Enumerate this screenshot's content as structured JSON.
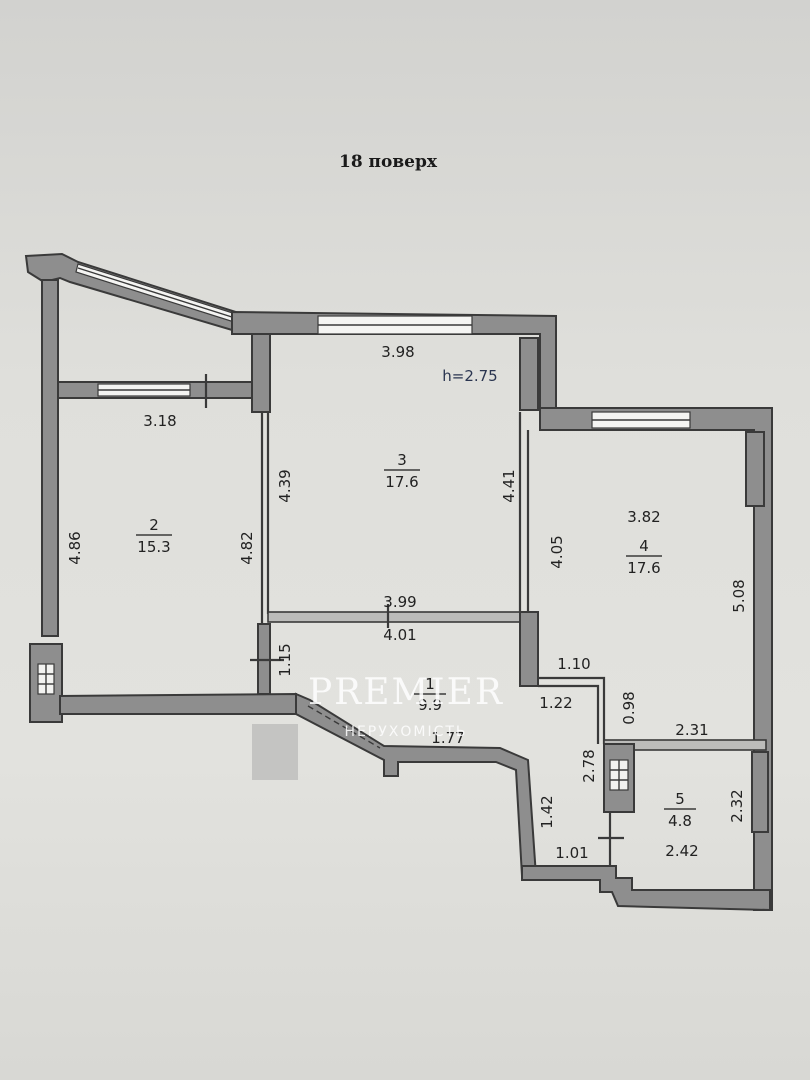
{
  "title": "18 поверх",
  "ceiling_height": "h=2.75",
  "rooms": [
    {
      "number": "1",
      "area": "9.9"
    },
    {
      "number": "2",
      "area": "15.3"
    },
    {
      "number": "3",
      "area": "17.6"
    },
    {
      "number": "4",
      "area": "17.6"
    },
    {
      "number": "5",
      "area": "4.8"
    }
  ],
  "dimensions": {
    "d_398": "3.98",
    "d_318": "3.18",
    "d_486": "4.86",
    "d_482": "4.82",
    "d_439": "4.39",
    "d_441": "4.41",
    "d_399": "3.99",
    "d_401": "4.01",
    "d_382": "3.82",
    "d_405": "4.05",
    "d_508": "5.08",
    "d_115": "1.15",
    "d_110": "1.10",
    "d_122": "1.22",
    "d_098": "0.98",
    "d_177": "1.77",
    "d_231": "2.31",
    "d_278": "2.78",
    "d_142": "1.42",
    "d_232": "2.32",
    "d_101": "1.01",
    "d_242": "2.42"
  },
  "watermark": {
    "brand": "PREMIER",
    "subtitle": "НЕРУХОМІСТЬ"
  },
  "colors": {
    "wall": "#8e8e8e",
    "paper": "#e0e0dc",
    "ink": "#222222"
  }
}
